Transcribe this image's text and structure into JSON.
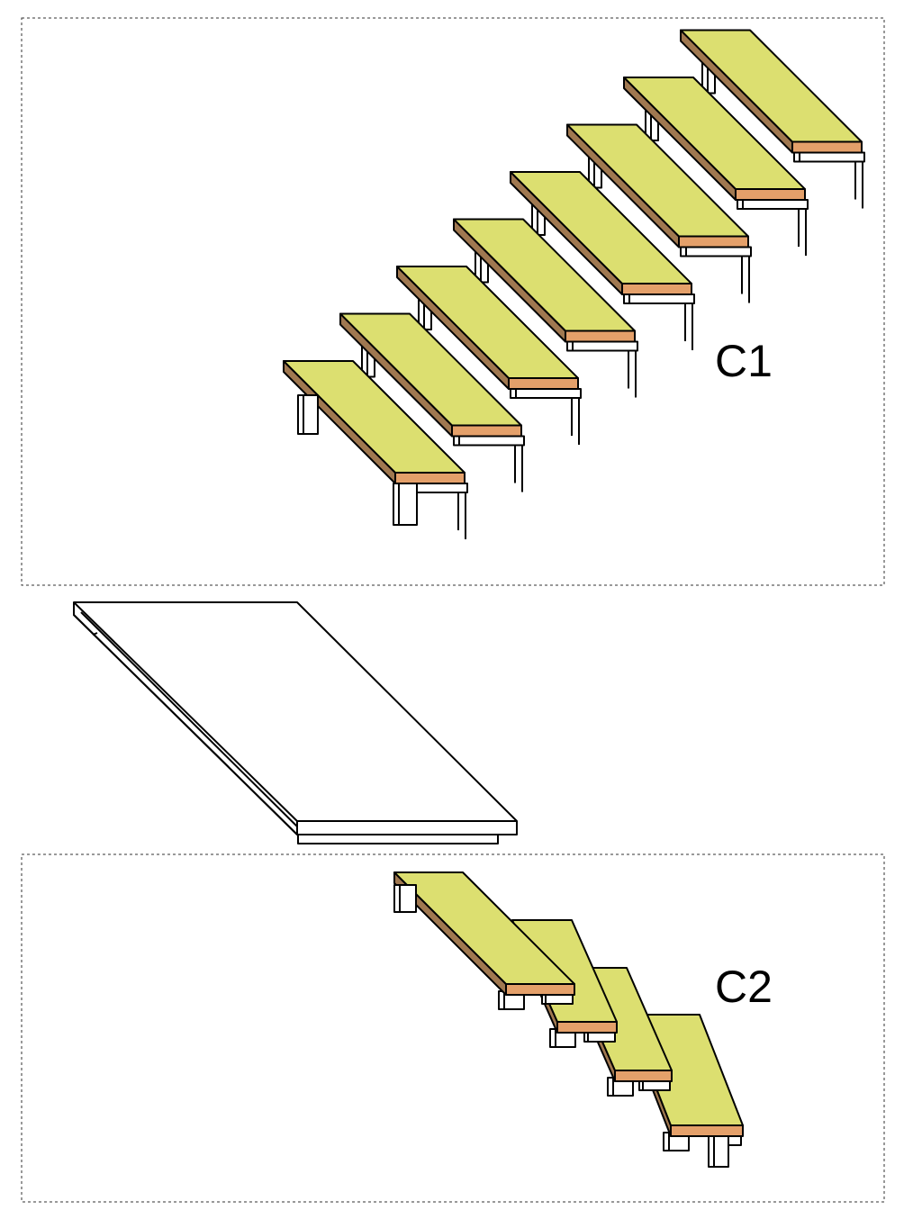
{
  "labels": {
    "c1": "C1",
    "c2": "C2"
  },
  "colors": {
    "tread_top": "#dcdf70",
    "tread_side": "#a07850",
    "tread_front": "#e4a06a",
    "outline": "#000000",
    "frame": "#333333"
  },
  "assembly_c1": {
    "step_count": 8
  },
  "assembly_c2": {
    "step_count": 4
  }
}
